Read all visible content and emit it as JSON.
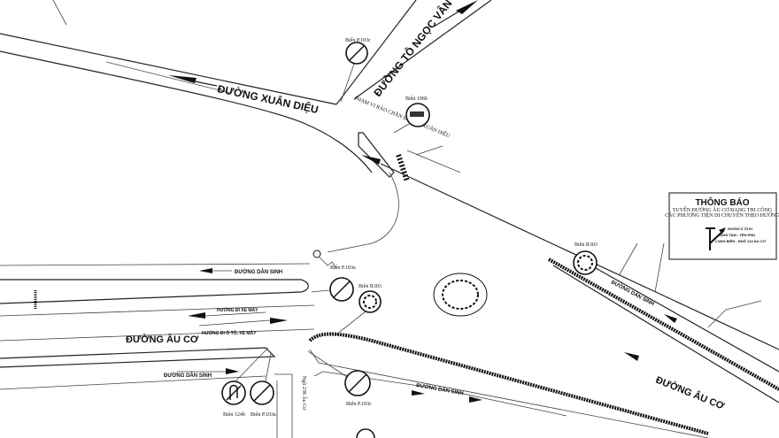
{
  "roads": {
    "xuan_dieu": "ĐƯỜNG XUÂN DIỆU",
    "to_ngoc_van": "ĐƯỜNG TÔ NGỌC VÂN",
    "au_co_left": "ĐƯỜNG ÂU CƠ",
    "au_co_right": "ĐƯỜNG ÂU CƠ",
    "dan_sinh_top": "ĐƯỜNG DÂN SINH",
    "dan_sinh_bottom_left": "ĐƯỜNG DÂN SINH",
    "dan_sinh_center": "ĐƯỜNG DÂN SINH",
    "dan_sinh_right": "ĐƯỜNG DÂN SINH",
    "moto_direction": "HƯỚNG ĐI XE MÁY",
    "car_moto_direction": "HƯỚNG ĐI Ô TÔ, XE MÁY",
    "alley": "Ngõ 238 Âu Cơ",
    "closed_note": "PHẠM VI RÀO CHẮN ĐƯỜNG XUÂN DIỆU"
  },
  "signs": [
    {
      "label": "Biển P.103c",
      "icon": "no-right-turn-car-icon"
    },
    {
      "label": "Biển 106b",
      "icon": "truck-icon"
    },
    {
      "label": "Biển P.103a",
      "icon": "no-car-icon"
    },
    {
      "label": "Biển R303",
      "icon": "roundabout-icon"
    },
    {
      "label": "Biển R303",
      "icon": "roundabout-icon"
    },
    {
      "label": "Biển 124b",
      "icon": "no-u-turn-icon"
    },
    {
      "label": "Biển P.103a",
      "icon": "no-car-icon"
    },
    {
      "label": "Biển P.103c",
      "icon": "no-right-turn-car-icon"
    }
  ],
  "notice": {
    "title": "THÔNG BÁO",
    "line1": "TUYẾN ĐƯỜNG ÂU CƠ ĐANG THI CÔNG",
    "line2": "CÁC PHƯƠNG TIỆN DI CHUYỂN THEO HƯỚNG",
    "dir1": "HƯỚNG Ô TÔ ĐI",
    "dir2": "NGHI TÀM - YÊN PHỤ",
    "dir3": "LONG BIÊN - NGÕ 124 ÂU CƠ"
  }
}
